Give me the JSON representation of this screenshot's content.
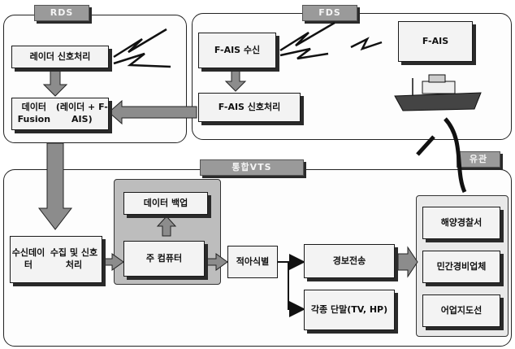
{
  "regions": {
    "left_top_tag": "RDS",
    "right_top_tag": "FDS",
    "center_tag": "통합VTS",
    "right_tag": "유관"
  },
  "nodes": {
    "radar_processing": "레이더 신호처리",
    "data_fusion_line1": "데이터 Fusion",
    "data_fusion_line2": "(레이더 + F-AIS)",
    "fais_receive": "F-AIS 수신",
    "fais_target": "F-AIS",
    "fais_processing": "F-AIS 신호처리",
    "data_backup": "데이터 백업",
    "receive_line1": "수신데이터",
    "receive_line2": "수집 및 신호처리",
    "main_computer": "주 컴퓨터",
    "enemy_identification": "적아식별",
    "alert_transmission": "경보전송",
    "terminals_line1": "각종 단말",
    "terminals_line2": "(TV, HP)",
    "coast_guard": "해양경찰서",
    "private_security": "민간경비업체",
    "fishery_office": "어업지도선"
  },
  "colors": {
    "node_fill": "#f3f3f3",
    "shadow": "#2a2a2a",
    "arrow_fill": "#8c8c8c",
    "tag_fill": "#9a9a9a"
  }
}
